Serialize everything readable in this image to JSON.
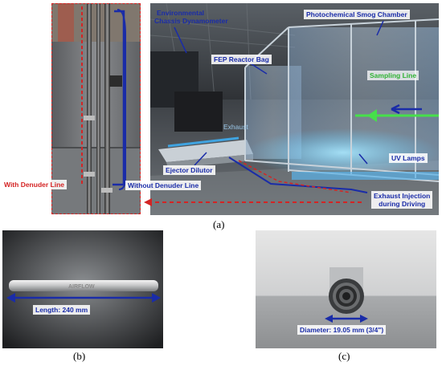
{
  "panel_a": {
    "labels": {
      "environmental": "Environmental",
      "chassis_dynamometer": "Chassis Dynamometer",
      "smog_chamber": "Photochemical Smog Chamber",
      "fep_bag": "FEP Reactor Bag",
      "sampling_line": "Sampling Line",
      "exhaust": "Exhaust",
      "ejector_dilutor": "Ejector Dilutor",
      "uv_lamps": "UV Lamps",
      "with_denuder": "With Denuder Line",
      "without_denuder": "Without Denuder Line",
      "injection_line1": "Exhaust Injection",
      "injection_line2": "during Driving"
    },
    "caption": "(a)"
  },
  "panel_b": {
    "tube_text": "AIRFLOW",
    "length_label": "Length: 240 mm",
    "caption": "(b)"
  },
  "panel_c": {
    "diameter_label": "Diameter: 19.05 mm (3/4\")",
    "caption": "(c)"
  },
  "colors": {
    "annotation_blue": "#1a2ca8",
    "annotation_red": "#d42424",
    "sampling_green": "#46e04a",
    "uv_glow": "#59c8ff"
  }
}
